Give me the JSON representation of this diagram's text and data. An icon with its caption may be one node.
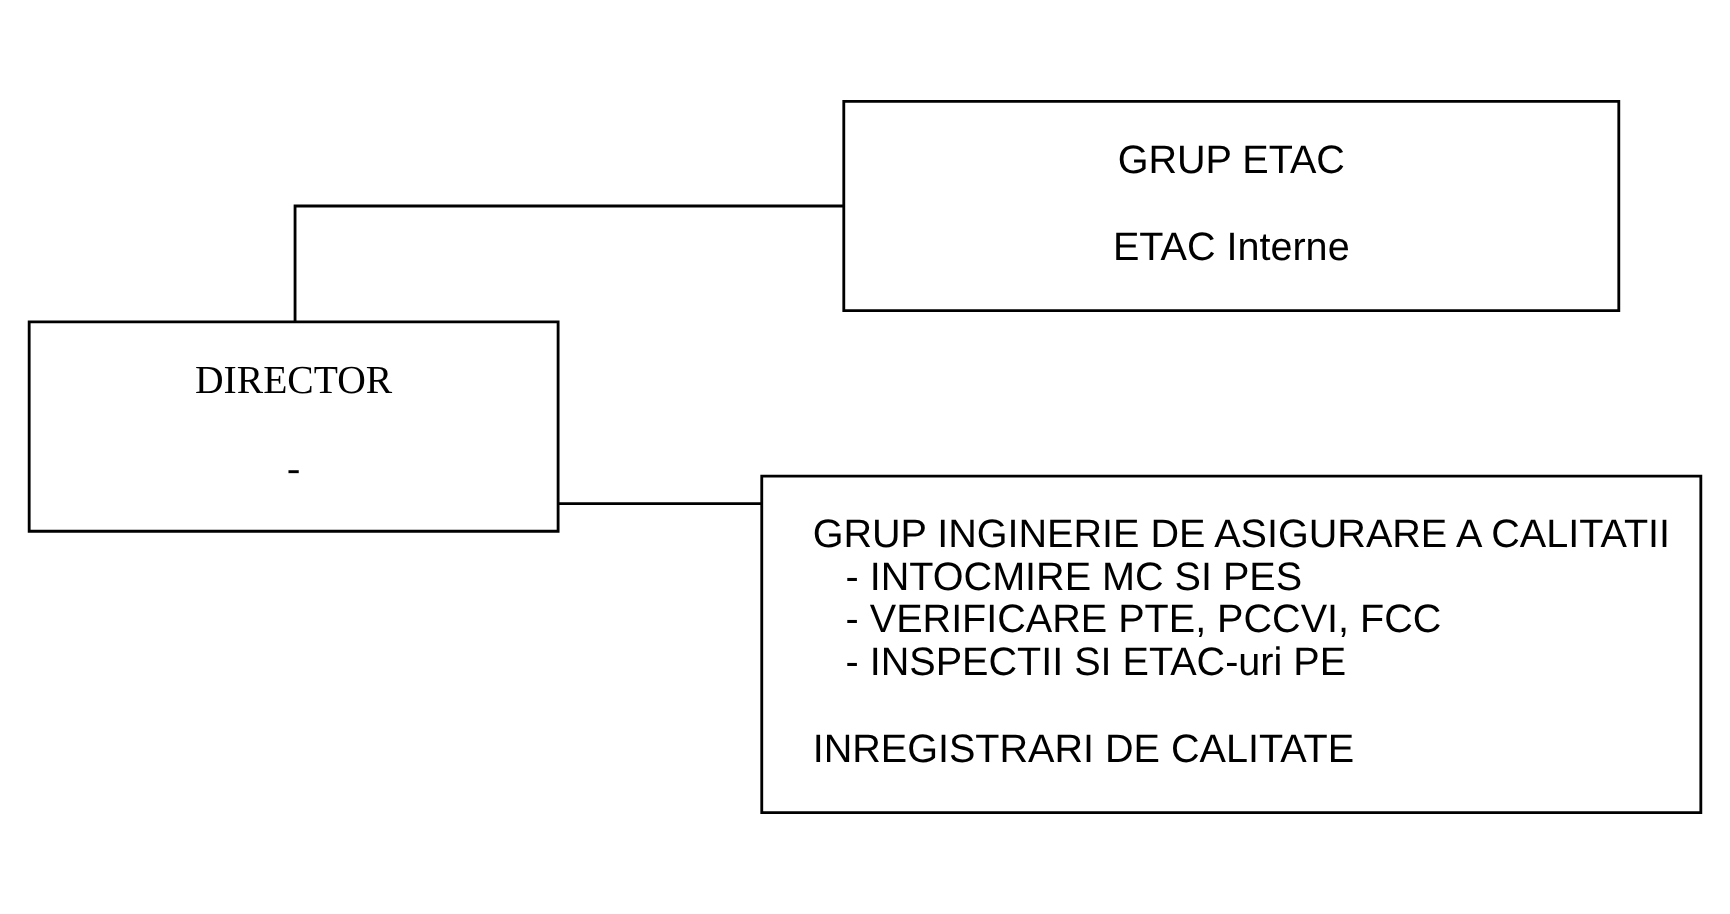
{
  "diagram": {
    "nodes": [
      {
        "text": [
          "DIRECTOR",
          "-"
        ]
      },
      {
        "text": [
          "GRUP ETAC",
          "ETAC Interne"
        ]
      },
      {
        "text": [
          "GRUP INGINERIE DE ASIGURARE A CALITATII",
          "- INTOCMIRE MC SI PES",
          "- VERIFICARE PTE, PCCVI, FCC",
          "- INSPECTII SI ETAC-uri PE",
          "INREGISTRARI DE CALITATE"
        ]
      }
    ],
    "edges": [
      {
        "from": 0,
        "to": 1,
        "arrow": "none"
      },
      {
        "from": 0,
        "to": 2,
        "arrow": "none"
      }
    ]
  }
}
